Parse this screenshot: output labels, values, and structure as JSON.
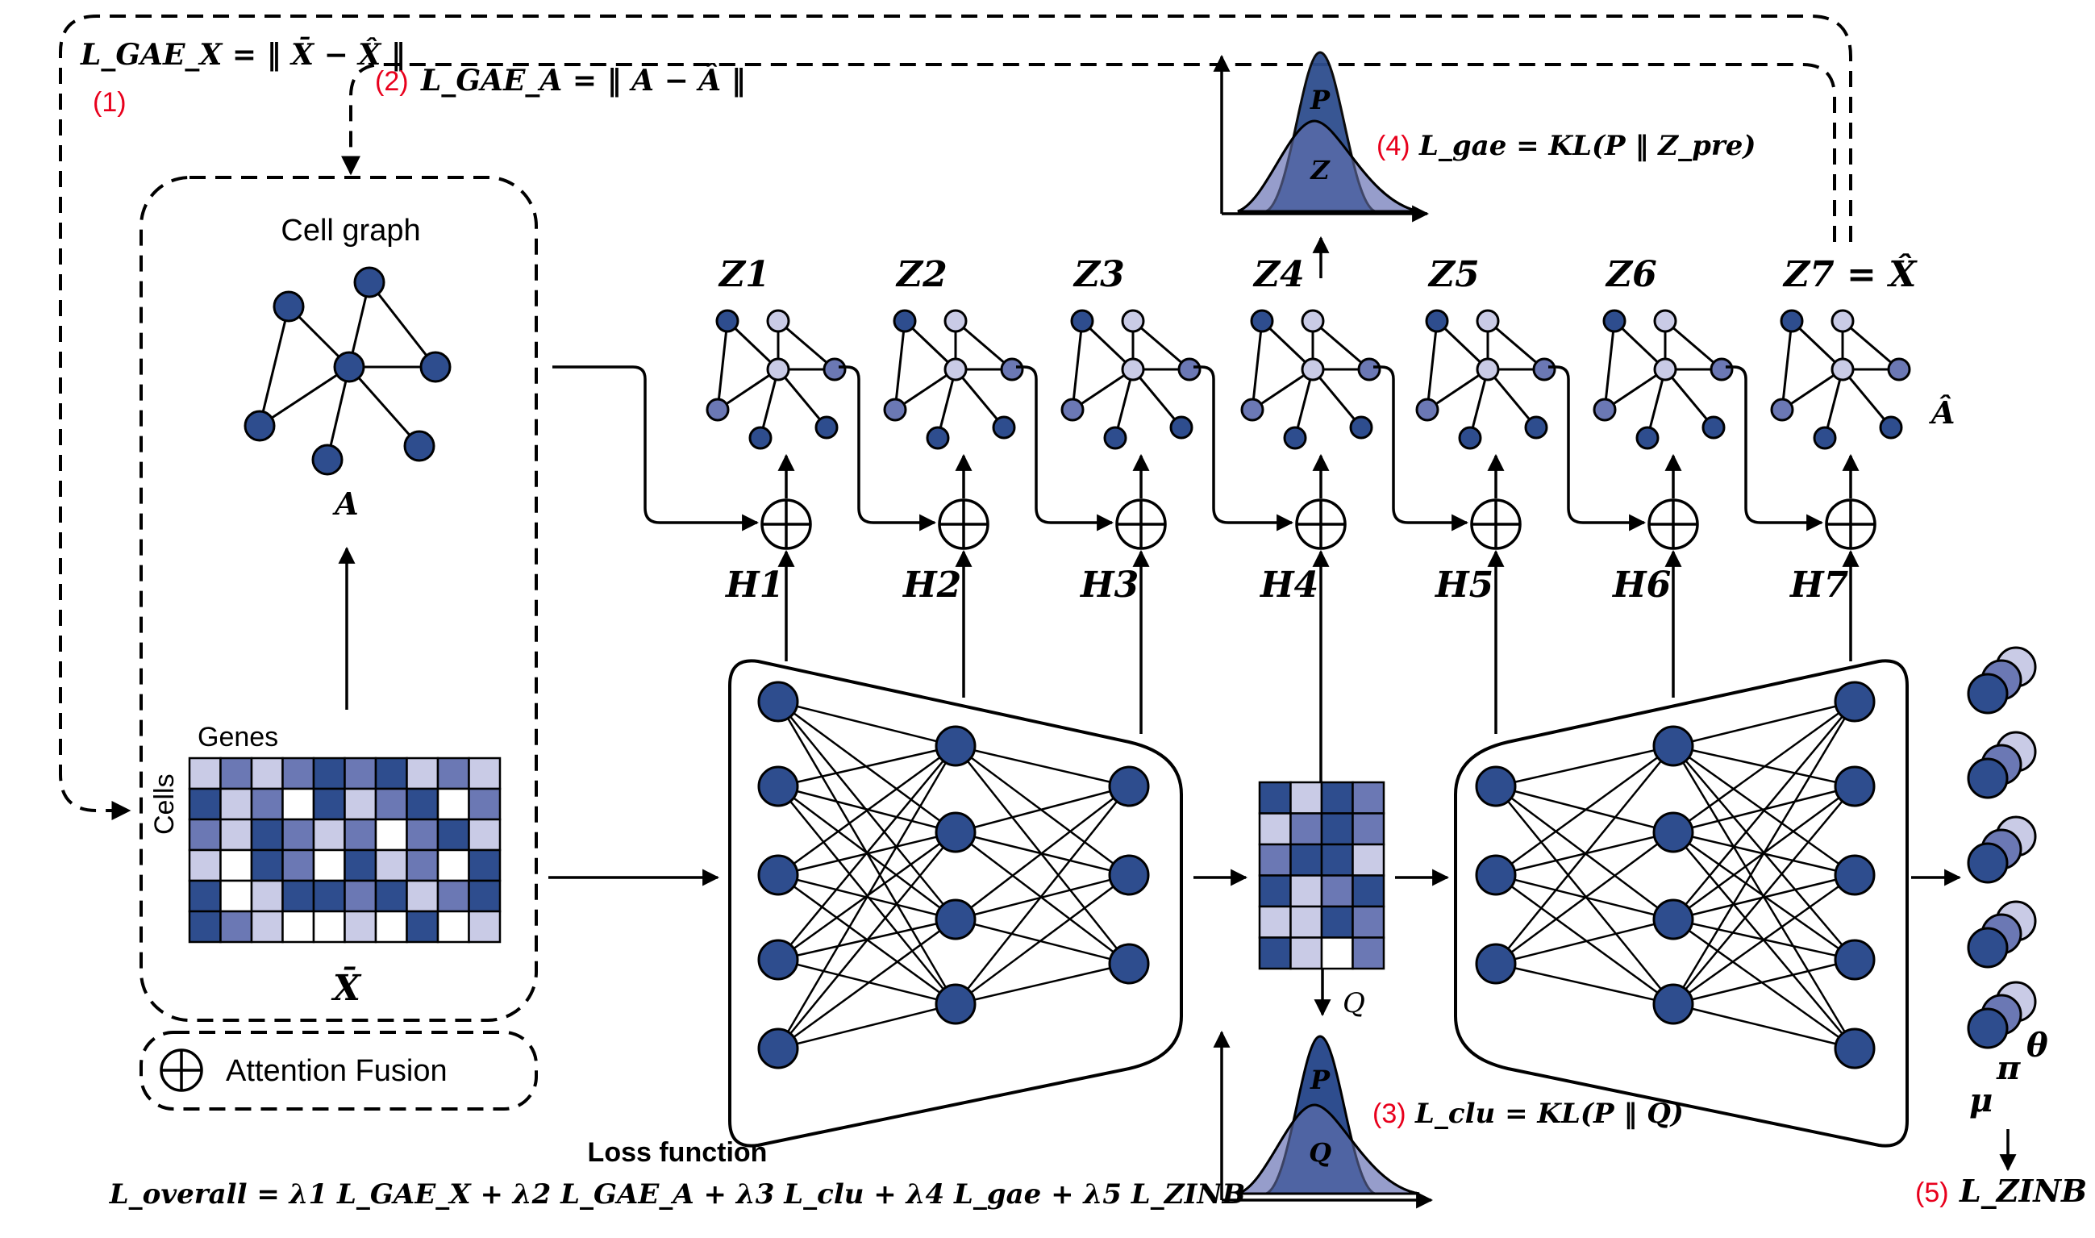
{
  "loss_labels": {
    "l1_num": "(1)",
    "l1_formula": "L_GAE_X = ‖ X̄ − X̂ ‖",
    "l2_num": "(2)",
    "l2_formula": "L_GAE_A = ‖ A − Â ‖",
    "l3_num": "(3)",
    "l3_formula": "L_clu = KL(P ‖ Q)",
    "l4_num": "(4)",
    "l4_formula": "L_gae = KL(P ‖ Z_pre)",
    "l5_num": "(5)",
    "l5_formula": "L_ZINB"
  },
  "cell_graph": {
    "title": "Cell graph",
    "adj_label": "A",
    "genes_label": "Genes",
    "cells_label": "Cells",
    "matrix_label": "X̄"
  },
  "legend": {
    "attention_fusion": "Attention Fusion"
  },
  "loss_function": {
    "title": "Loss function",
    "formula": "L_overall = λ1 L_GAE_X + λ2 L_GAE_A + λ3 L_clu + λ4 L_gae + λ5 L_ZINB"
  },
  "layers": {
    "z_labels": [
      "Z1",
      "Z2",
      "Z3",
      "Z4",
      "Z5",
      "Z6",
      "Z7 = X̂"
    ],
    "h_labels": [
      "H1",
      "H2",
      "H3",
      "H4",
      "H5",
      "H6",
      "H7"
    ],
    "a_hat": "Â"
  },
  "distributions": {
    "top_p": "P",
    "top_z": "Z",
    "bottom_p": "P",
    "bottom_q": "Q",
    "q_arrow_label": "Q"
  },
  "outputs": {
    "mu": "μ",
    "pi": "π",
    "theta": "θ"
  },
  "colors": {
    "dark": "#2e4d8e",
    "mid": "#6b78b4",
    "light": "#c9cbe6",
    "accent_red": "#e8001c"
  },
  "gene_matrix": [
    [
      "l",
      "m",
      "l",
      "m",
      "d",
      "m",
      "d",
      "l",
      "m",
      "l"
    ],
    [
      "d",
      "l",
      "m",
      "w",
      "d",
      "l",
      "m",
      "d",
      "w",
      "m"
    ],
    [
      "m",
      "l",
      "d",
      "m",
      "l",
      "m",
      "w",
      "m",
      "d",
      "l"
    ],
    [
      "l",
      "w",
      "d",
      "m",
      "w",
      "d",
      "l",
      "m",
      "w",
      "d"
    ],
    [
      "d",
      "w",
      "l",
      "d",
      "d",
      "m",
      "d",
      "l",
      "m",
      "d"
    ],
    [
      "d",
      "m",
      "l",
      "w",
      "w",
      "l",
      "w",
      "d",
      "w",
      "l"
    ]
  ],
  "latent_matrix": [
    [
      "d",
      "l",
      "d",
      "m"
    ],
    [
      "l",
      "m",
      "d",
      "m"
    ],
    [
      "m",
      "d",
      "d",
      "l"
    ],
    [
      "d",
      "l",
      "m",
      "d"
    ],
    [
      "l",
      "l",
      "d",
      "m"
    ],
    [
      "d",
      "l",
      "w",
      "m"
    ]
  ]
}
